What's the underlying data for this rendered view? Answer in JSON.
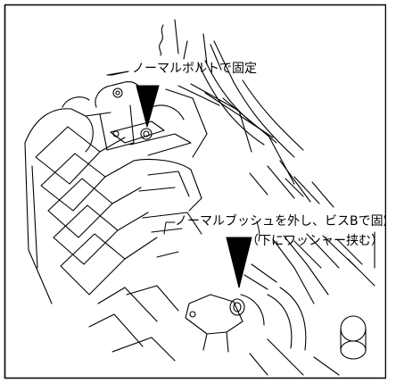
{
  "labels": {
    "bolt_note": "ノーマルボルトで固定",
    "bush_note": "ノーマルブッシュを外し、ビスBで固定",
    "washer_note": "（下にワッシャー挟む）"
  },
  "colors": {
    "line": "#000000",
    "background": "#ffffff",
    "frame": "#000000"
  }
}
